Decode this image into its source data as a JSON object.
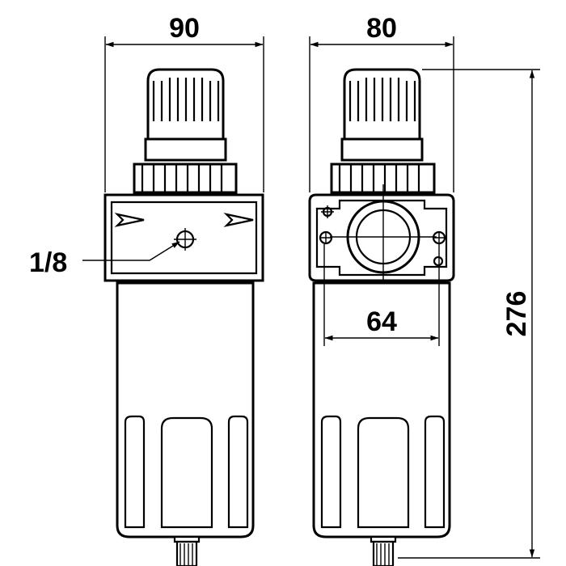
{
  "dimensions": {
    "front_width": "90",
    "side_width": "80",
    "port_spacing": "64",
    "total_height": "276",
    "port_thread": "1/8"
  }
}
